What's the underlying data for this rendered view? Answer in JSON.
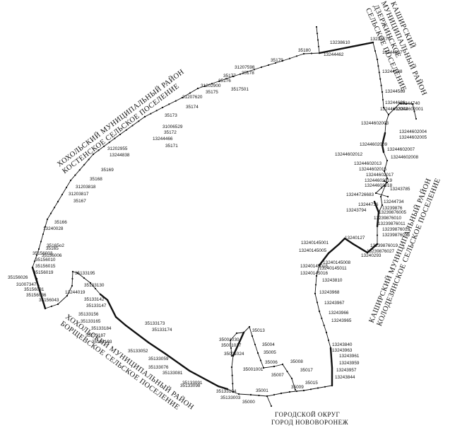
{
  "region_labels": {
    "kashirsky_dzerzhinskoe": [
      "КАШИРСКИЙ",
      "МУНИЦИПАЛЬНЫЙ РАЙОН",
      "ДЗЕРЖИНСКОЕ",
      "СЕЛЬСКОЕ ПОСЕЛЕНИЕ"
    ],
    "khokholsky_kostenskoe": [
      "ХОХОЛЬСКИЙ МУНИЦИПАЛЬНЫЙ РАЙОН",
      "КОСТЕНСКОЕ СЕЛЬСКОЕ ПОСЕЛЕНИЕ"
    ],
    "kashirsky_kolodezyanskoe": [
      "КАШИРСКИЙ МУНИЦИПАЛЬНЫЙ РАЙОН",
      "КОЛОДЕЗЯНСКОЕ СЕЛЬСКОЕ ПОСЕЛЕНИЕ"
    ],
    "khokholsky_borshchevskoe": [
      "ХОХОЛЬСКИЙ МУНИЦИПАЛЬНЫЙ РАЙОН",
      "БОРЩЕВСКОЕ СЕЛЬСКОЕ ПОСЕЛЕНИЕ"
    ],
    "city_novovoronezh": [
      "ГОРОДСКОЙ ОКРУГ",
      "ГОРОД НОВОВОРОНЕЖ"
    ]
  },
  "point_labels": [
    "13238610",
    "13238570",
    "35180",
    "13244462",
    "13244587",
    "35179",
    "13244588",
    "31207598",
    "35178",
    "35177",
    "35176",
    "3517501",
    "13244589",
    "31202900",
    "35175",
    "31207620",
    "13244626",
    "13244602002",
    "13244740",
    "13244602001",
    "35174",
    "35173",
    "13244602003",
    "31006529",
    "35172",
    "13244602004",
    "13244602005",
    "13244466",
    "35171",
    "13244602009",
    "13244602007",
    "31202955",
    "13244838",
    "13244602012",
    "13244602008",
    "13244602013",
    "13244602015",
    "13244602017",
    "35169",
    "13244602019",
    "35168",
    "13244602018",
    "31203818",
    "13243785",
    "31203817",
    "13244726683",
    "35167",
    "13244734",
    "13244736",
    "13239876",
    "13243794",
    "13239876005",
    "35166",
    "13239876010",
    "13240028",
    "13239876011",
    "13239876013",
    "13239876015",
    "13240127",
    "13240145001",
    "13239876019",
    "35165",
    "35165o2",
    "13239876027",
    "13240145005",
    "35156003",
    "35156006",
    "13240293",
    "13240145008",
    "35156010",
    "13240145015",
    "13240145011",
    "35156015",
    "13240145016",
    "35156019",
    "35133195",
    "13243810",
    "35156026",
    "31007347",
    "35156031",
    "35133130",
    "13244019",
    "35156036",
    "35156043",
    "35133142",
    "13243968",
    "35133147",
    "13243967",
    "35133156",
    "13243966",
    "35133165",
    "35133173",
    "35133184",
    "35133174",
    "13243965",
    "35133187",
    "35013",
    "35133193",
    "35001030",
    "35001027",
    "35004",
    "13243840",
    "13243963",
    "35133052",
    "35001024",
    "35005",
    "13243961",
    "35133059",
    "13243959",
    "35001001",
    "35008",
    "35006",
    "35133076",
    "35017",
    "13243957",
    "35133081",
    "35007",
    "13243844",
    "35133091",
    "35133098",
    "35015",
    "35009",
    "35133104",
    "35001",
    "35133003",
    "35000"
  ]
}
